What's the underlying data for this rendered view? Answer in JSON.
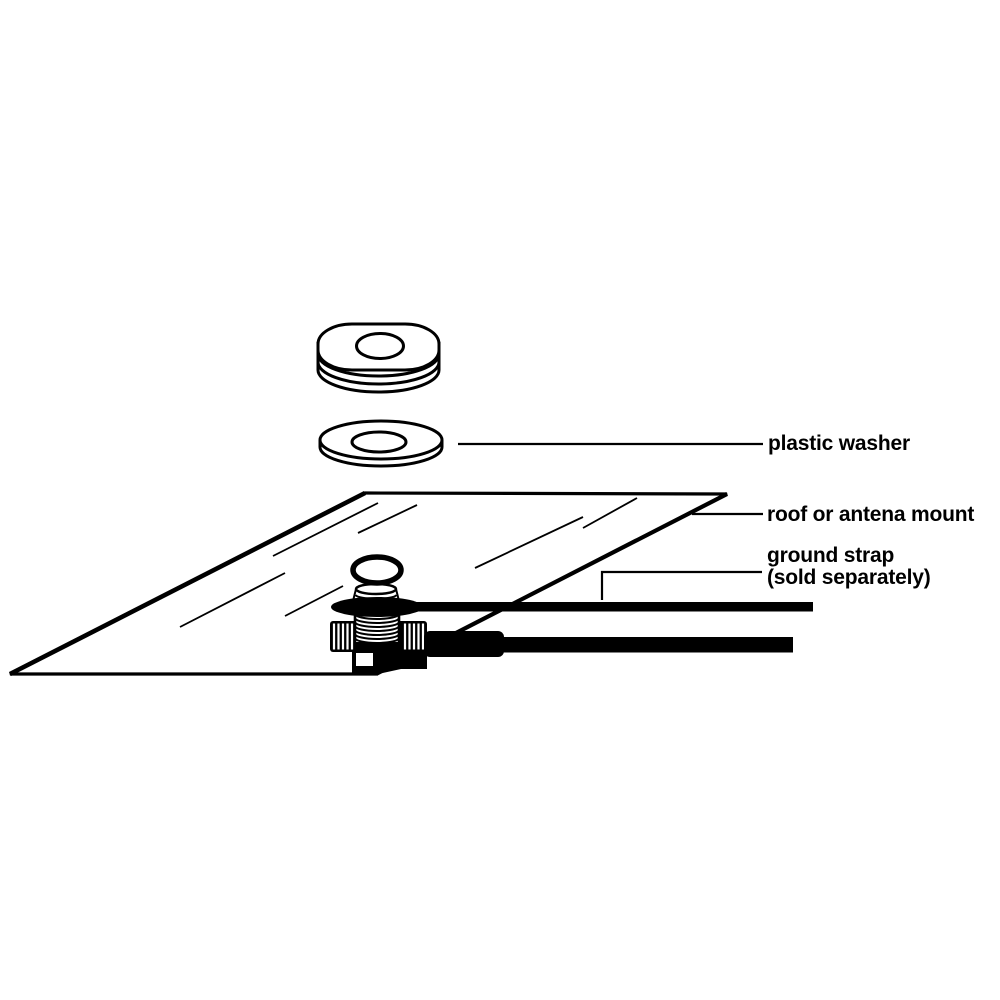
{
  "page": {
    "background_color": "#ffffff",
    "ink_color": "#000000",
    "type": "antenna mount installation diagram"
  },
  "labels": {
    "plastic_washer": "plastic washer",
    "roof_mount": "roof or antena mount",
    "ground_strap_line1": "ground strap",
    "ground_strap_line2": "(sold separately)"
  },
  "components": {
    "stack_washers": "stacked spacer washers",
    "plastic_washer": "plastic washer",
    "roof_panel": "roof or antenna mount panel",
    "o_ring": "o-ring",
    "threaded_stud": "threaded mount stud",
    "mounting_nut": "knurled mounting nut",
    "coax_connector": "right-angle coax connector",
    "coax_cable": "coax cable",
    "ground_strap": "ground strap"
  }
}
